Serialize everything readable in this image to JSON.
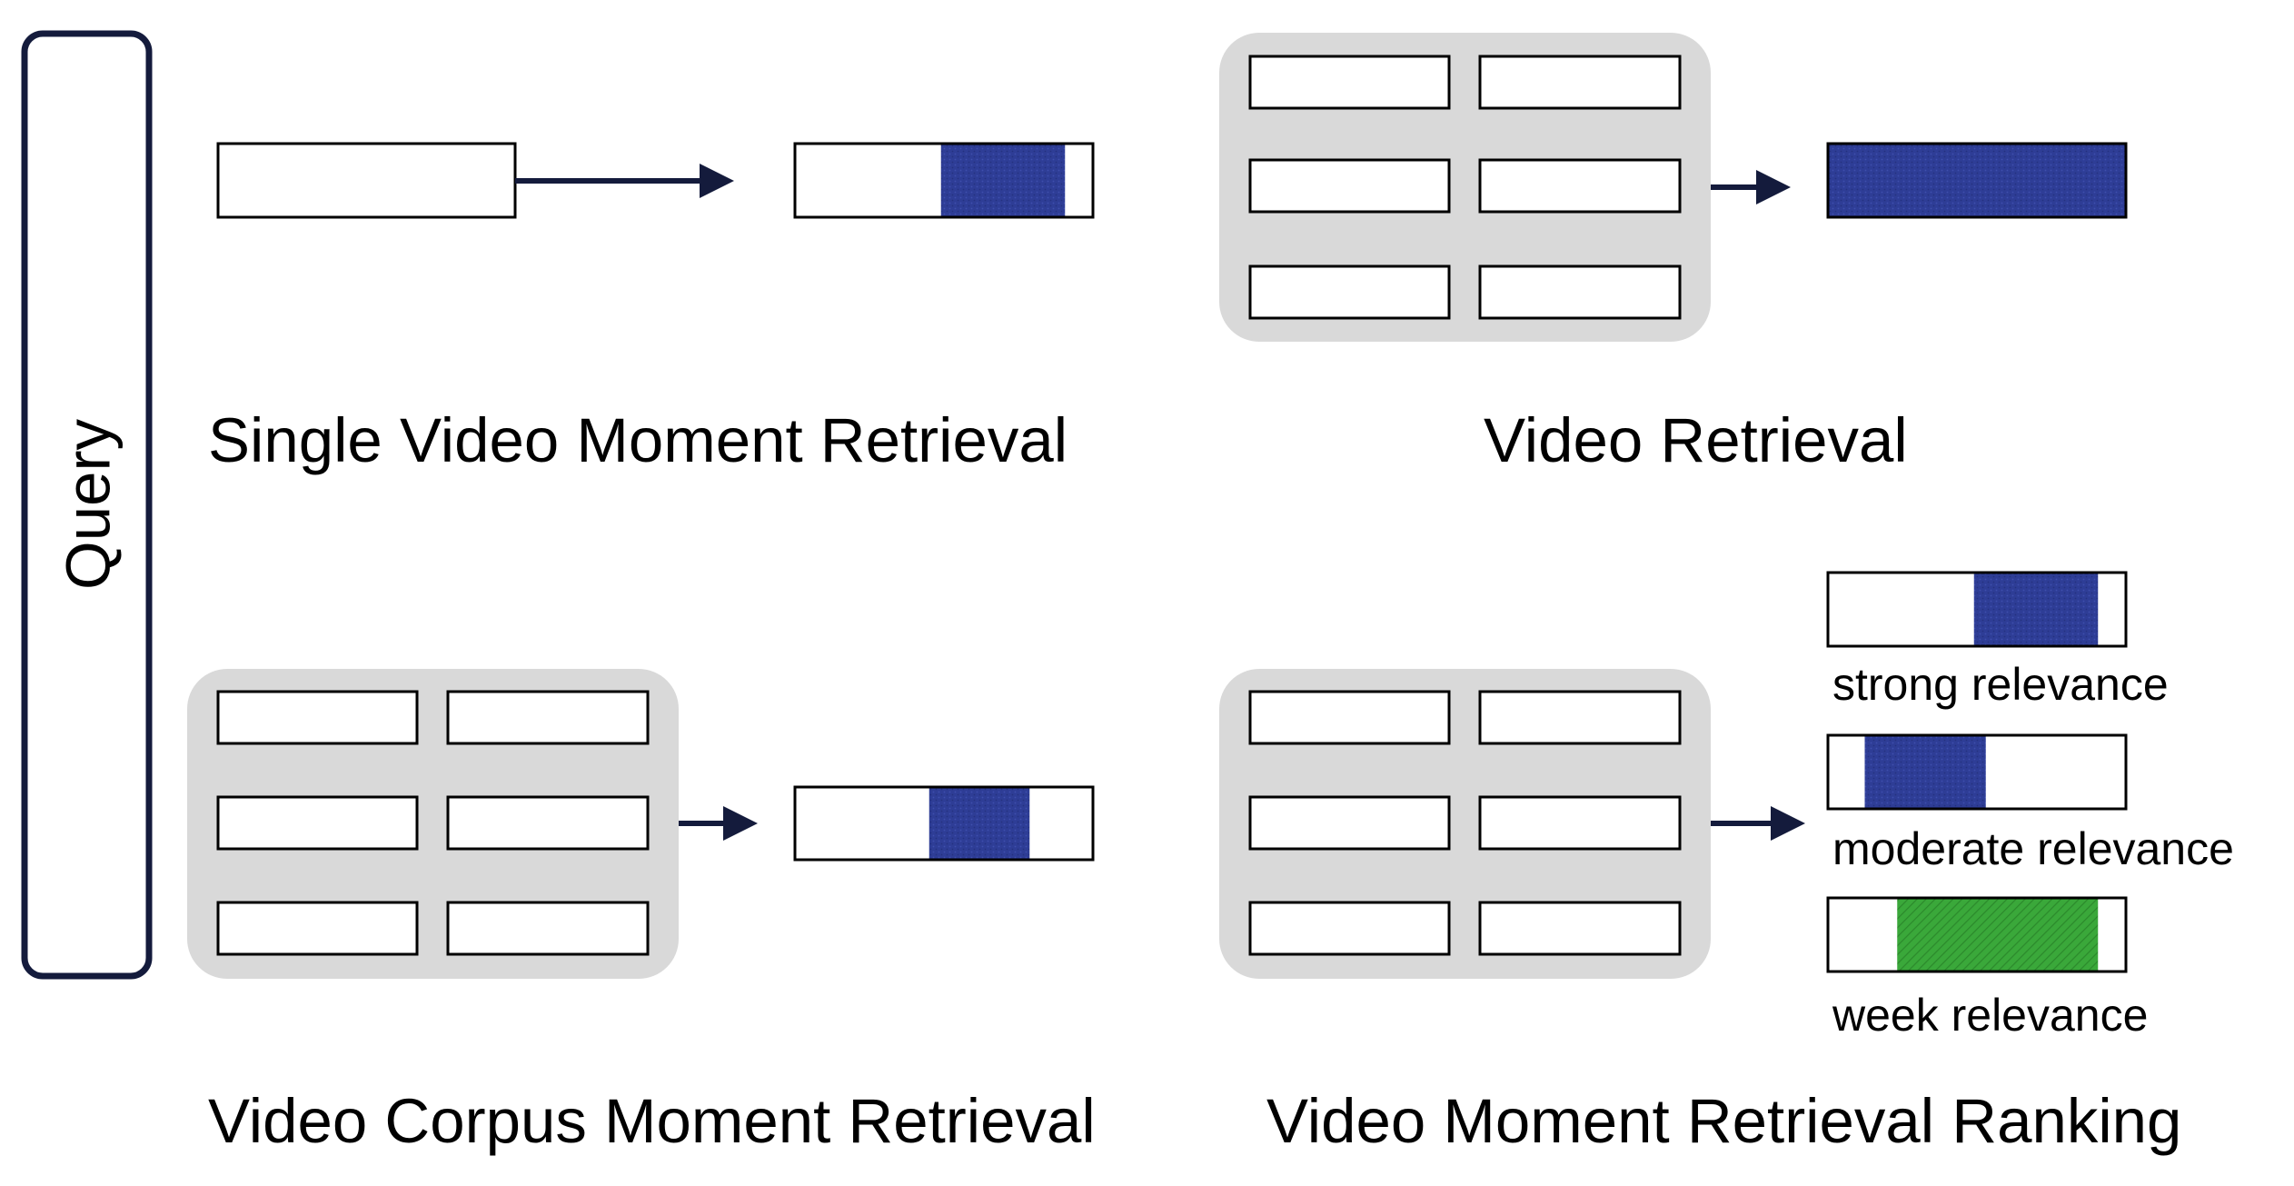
{
  "query_label": "Query",
  "panels": {
    "single_video_moment_retrieval": {
      "title": "Single Video Moment Retrieval",
      "moment_fraction": [
        0.49,
        0.91
      ]
    },
    "video_retrieval": {
      "title": "Video Retrieval",
      "moment_fraction": [
        0.0,
        1.0
      ]
    },
    "video_corpus_moment_retrieval": {
      "title": "Video Corpus Moment Retrieval",
      "moment_fraction": [
        0.45,
        0.79
      ]
    },
    "video_moment_retrieval_ranking": {
      "title": "Video Moment Retrieval Ranking",
      "results": [
        {
          "label": "strong relevance",
          "moment_fraction": [
            0.49,
            0.91
          ]
        },
        {
          "label": "moderate relevance",
          "moment_fraction": [
            0.12,
            0.53
          ]
        },
        {
          "label": "week relevance",
          "moment_fraction": [
            0.23,
            0.91
          ]
        }
      ]
    }
  },
  "colors": {
    "blue_moment": "#2e3d96",
    "green_moment": "#3aa83a",
    "corpus_bg": "#d9d9d9",
    "outline": "#000000",
    "query_border": "#141b3c",
    "arrow": "#141b3c"
  }
}
